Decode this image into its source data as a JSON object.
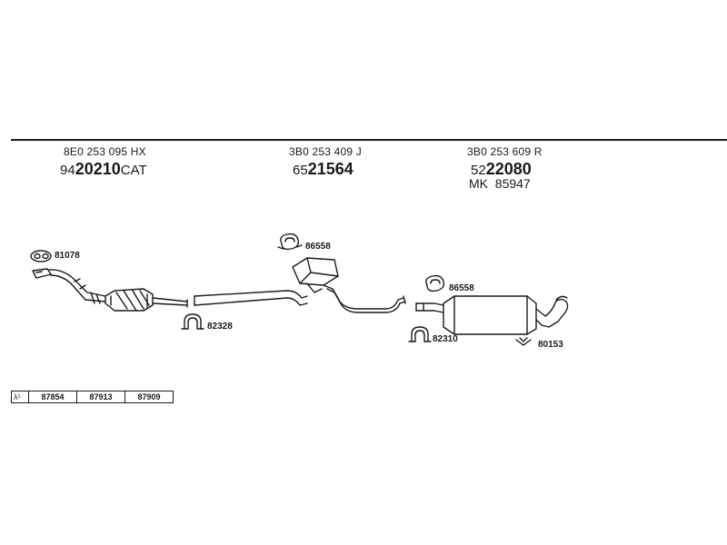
{
  "sections": [
    {
      "part_number": "8E0 253 095 HX",
      "code_prefix": "94",
      "code_main": "20210",
      "code_suffix": "CAT"
    },
    {
      "part_number": "3B0 253 409 J",
      "code_prefix": "65",
      "code_main": "21564",
      "code_suffix": ""
    },
    {
      "part_number": "3B0 253 609 R",
      "code_prefix": "52",
      "code_main": "22080",
      "code_suffix": "",
      "mk_label": "MK",
      "mk_code": "85947"
    }
  ],
  "component_labels": [
    "81078",
    "82328",
    "86558",
    "86558",
    "82310",
    "80153"
  ],
  "sensor_table": {
    "lambda_symbol": "λ¹",
    "values": [
      "87854",
      "87913",
      "87909"
    ]
  }
}
